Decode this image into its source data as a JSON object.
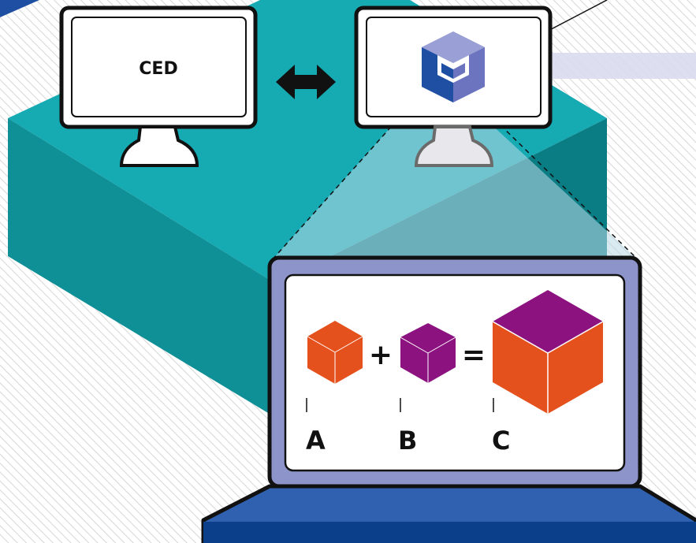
{
  "colors": {
    "teal_top": "#16aab3",
    "teal_left": "#0f8f96",
    "teal_right": "#0a7d84",
    "monitor_frame": "#111111",
    "arrow": "#111111",
    "logo_dark": "#1f4fa3",
    "logo_mid": "#6d74bf",
    "logo_light": "#9aa0d6",
    "beam": "#d9dcef",
    "laptop_frame": "#8c94c9",
    "laptop_base": "#2f61b0",
    "laptop_base_dark": "#0c3f8a",
    "cube_orange": "#e5511d",
    "cube_purple": "#8c1280",
    "hatch": "#d6d6d6"
  },
  "icons": {
    "exchange": "double-arrow-icon",
    "software_logo": "hexagon-logo-icon"
  },
  "monitor_left": {
    "label": "CED"
  },
  "equation": {
    "plus": "+",
    "equals": "=",
    "items": [
      {
        "label": "A",
        "color": "orange"
      },
      {
        "label": "B",
        "color": "purple"
      },
      {
        "label": "C",
        "color": "mixed"
      }
    ]
  }
}
